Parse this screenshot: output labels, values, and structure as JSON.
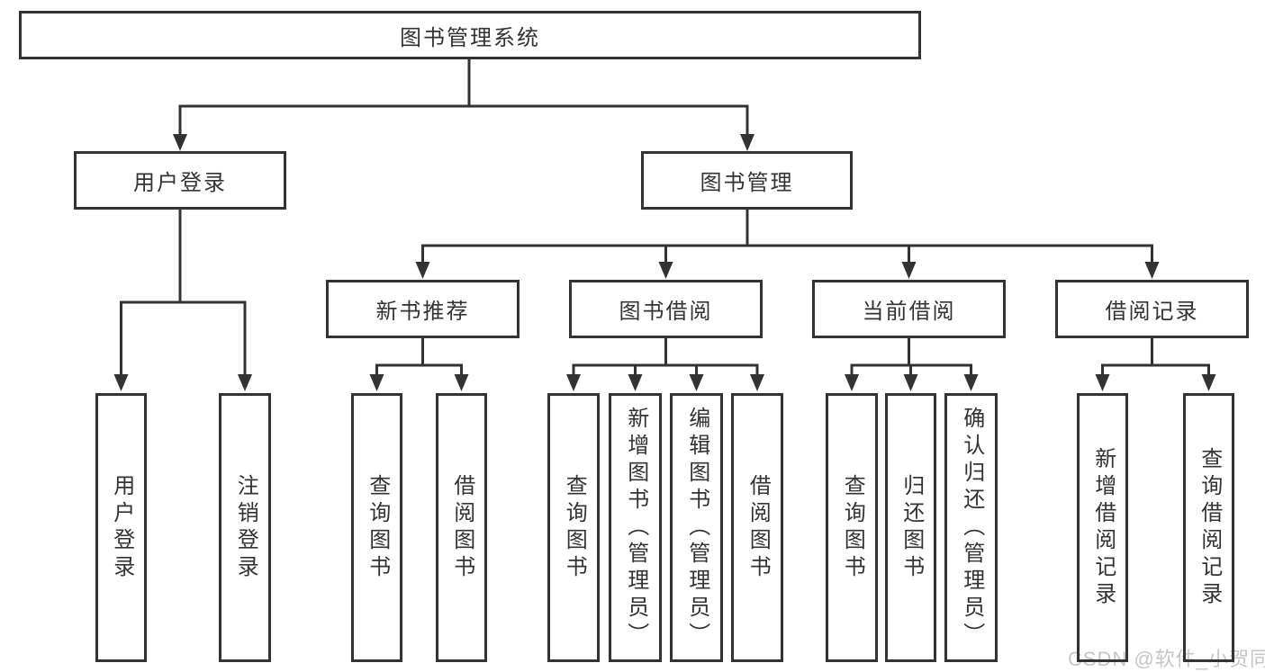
{
  "diagram": {
    "type": "hierarchy-tree",
    "colors": {
      "line": "#333333",
      "box_border": "#333333",
      "text": "#333333",
      "background": "#ffffff",
      "watermark": "#c6c6c6"
    }
  },
  "tree": {
    "label": "图书管理系统",
    "children": [
      {
        "label": "用户登录",
        "children": [
          {
            "label": "用户登录"
          },
          {
            "label": "注销登录"
          }
        ]
      },
      {
        "label": "图书管理",
        "children": [
          {
            "label": "新书推荐",
            "children": [
              {
                "label": "查询图书"
              },
              {
                "label": "借阅图书"
              }
            ]
          },
          {
            "label": "图书借阅",
            "children": [
              {
                "label": "查询图书"
              },
              {
                "label": "新增图书（管理员）"
              },
              {
                "label": "编辑图书（管理员）"
              },
              {
                "label": "借阅图书"
              }
            ]
          },
          {
            "label": "当前借阅",
            "children": [
              {
                "label": "查询图书"
              },
              {
                "label": "归还图书"
              },
              {
                "label": "确认归还（管理员）"
              }
            ]
          },
          {
            "label": "借阅记录",
            "children": [
              {
                "label": "新增借阅记录"
              },
              {
                "label": "查询借阅记录"
              }
            ]
          }
        ]
      }
    ]
  },
  "watermark": {
    "text": "CSDN @软件_小贺同学"
  }
}
